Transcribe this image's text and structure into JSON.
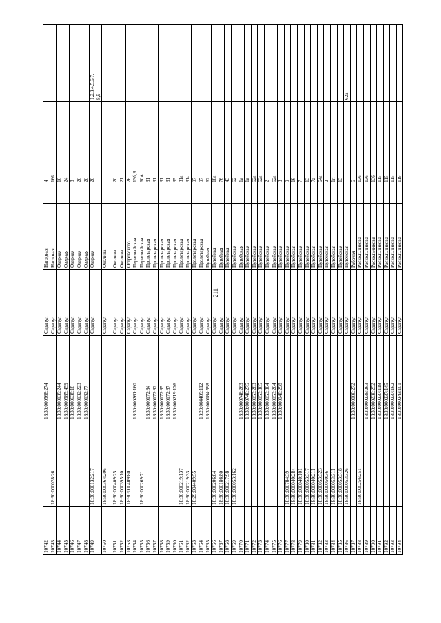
{
  "page_number": "211",
  "rows": [
    {
      "id": "10742",
      "reg": "",
      "cad": "18:30:000568:274",
      "city": "Сарапул",
      "street": "Нагорная",
      "num": "4",
      "gap": false
    },
    {
      "id": "10743",
      "reg": "18:30:000028:26",
      "cad": "",
      "city": "Сарапул",
      "street": "Нагорная",
      "num": "166",
      "gap": false
    },
    {
      "id": "10744",
      "reg": "",
      "cad": "18:30:000139:244",
      "city": "Сарапул",
      "street": "Озерная",
      "num": "16",
      "gap": false
    },
    {
      "id": "10745",
      "reg": "",
      "cad": "18:30:000585:459",
      "city": "Сарапул",
      "street": "Озерная",
      "num": "24",
      "gap": false
    },
    {
      "id": "10746",
      "reg": "",
      "cad": "18:30:000638:18",
      "city": "Сарапул",
      "street": "Озерная",
      "num": "8",
      "gap": false
    },
    {
      "id": "10747",
      "reg": "",
      "cad": "18:30:000132:223",
      "city": "Сарапул",
      "street": "Озерная",
      "num": "20",
      "gap": false
    },
    {
      "id": "10748",
      "reg": "",
      "cad": "18:30:000132:77",
      "city": "Сарапул",
      "street": "Озерная",
      "num": "20",
      "gap": false
    },
    {
      "id": "10749",
      "reg": "18:30:000132:217",
      "cad": "",
      "city": "Сарапул",
      "street": "Озерная",
      "num": "20",
      "gap": false
    },
    {
      "id": "10750",
      "reg": "18:30:000364:206",
      "cad": "",
      "city": "Сарапул",
      "street": "Околина",
      "num": "",
      "gap": true
    },
    {
      "id": "10751",
      "reg": "18:30:000409:25",
      "cad": "",
      "city": "Сарапул",
      "street": "Околина",
      "num": "20",
      "gap": false
    },
    {
      "id": "10752",
      "reg": "18:30:000395:10",
      "cad": "",
      "city": "Сарапул",
      "street": "Околина",
      "num": "21",
      "gap": false
    },
    {
      "id": "10753",
      "reg": "18:30:000409:80",
      "cad": "",
      "city": "Сарапул",
      "street": "Островского",
      "num": "26",
      "gap": false
    },
    {
      "id": "10754",
      "reg": "",
      "cad": "18:30:000261:160",
      "city": "Сарапул",
      "street": "Первомайская",
      "num": "13б,Б",
      "gap": false
    },
    {
      "id": "10755",
      "reg": "18:30:000269:71",
      "cad": "",
      "city": "Сарапул",
      "street": "Первомайская",
      "num": "60А",
      "gap": false
    },
    {
      "id": "10756",
      "reg": "",
      "cad": "18:30:000172:84",
      "city": "Сарапул",
      "street": "Пролетарская",
      "num": "31",
      "gap": false
    },
    {
      "id": "10757",
      "reg": "",
      "cad": "18:30:000172:82",
      "city": "Сарапул",
      "street": "Пролетарская",
      "num": "31",
      "gap": false
    },
    {
      "id": "10758",
      "reg": "",
      "cad": "18:30:000172:85",
      "city": "Сарапул",
      "street": "Пролетарская",
      "num": "31",
      "gap": false
    },
    {
      "id": "10759",
      "reg": "",
      "cad": "18:30:000172:87",
      "city": "Сарапул",
      "street": "Пролетарская",
      "num": "31",
      "gap": false
    },
    {
      "id": "10760",
      "reg": "",
      "cad": "18:30:000219:126",
      "city": "Сарапул",
      "street": "Пролетарская",
      "num": "35",
      "gap": false
    },
    {
      "id": "10761",
      "reg": "18:30:000219:137",
      "cad": "",
      "city": "Сарапул",
      "street": "Пролетарская",
      "num": "31а",
      "gap": false
    },
    {
      "id": "10762",
      "reg": "18:30:000219:33",
      "cad": "",
      "city": "Сарапул",
      "street": "Пролетарская",
      "num": "31а",
      "gap": false
    },
    {
      "id": "10763",
      "reg": "18:29:004409:55",
      "cad": "",
      "city": "Сарапул",
      "street": "Пролетарская",
      "num": "97",
      "gap": false
    },
    {
      "id": "10764",
      "reg": "",
      "cad": "18:29:004409:112",
      "city": "Сарапул",
      "street": "Пролетарская",
      "num": "97",
      "gap": false
    },
    {
      "id": "10765",
      "reg": "",
      "cad": "18:30:000184:598",
      "city": "Сарапул",
      "street": "Путейная",
      "num": "62",
      "gap": false
    },
    {
      "id": "10766",
      "reg": "18:30:000206:84",
      "cad": "",
      "city": "Сарапул",
      "street": "Путейная",
      "num": "18а",
      "gap": false
    },
    {
      "id": "10767",
      "reg": "18:30:000186:80",
      "cad": "",
      "city": "Сарапул",
      "street": "Путейная",
      "num": "76",
      "gap": false
    },
    {
      "id": "10768",
      "reg": "18:30:000217:98",
      "cad": "",
      "city": "Сарапул",
      "street": "Путейная",
      "num": "43",
      "gap": false
    },
    {
      "id": "10769",
      "reg": "18:30:000053:162",
      "cad": "",
      "city": "Сарапул",
      "street": "Путейская",
      "num": "62",
      "gap": false
    },
    {
      "id": "10770",
      "reg": "",
      "cad": "18:30:000746:263",
      "city": "Сарапул",
      "street": "Путейская",
      "num": "1а",
      "gap": false
    },
    {
      "id": "10771",
      "reg": "",
      "cad": "18:30:000746:275",
      "city": "Сарапул",
      "street": "Путейская",
      "num": "1а",
      "gap": false
    },
    {
      "id": "10772",
      "reg": "",
      "cad": "18:30:000053:283",
      "city": "Сарапул",
      "street": "Путейская",
      "num": "62а",
      "gap": false
    },
    {
      "id": "10773",
      "reg": "",
      "cad": "18:30:000053:365",
      "city": "Сарапул",
      "street": "Путейская",
      "num": "62а",
      "gap": false
    },
    {
      "id": "10774",
      "reg": "",
      "cad": "18:30:000053:304",
      "city": "Сарапул",
      "street": "Путейская",
      "num": "2",
      "gap": false
    },
    {
      "id": "10775",
      "reg": "",
      "cad": "18:30:000053:204",
      "city": "Сарапул",
      "street": "Путейская",
      "num": "62а",
      "gap": false
    },
    {
      "id": "10776",
      "reg": "",
      "cad": "18:30:000040:298",
      "city": "Сарапул",
      "street": "Путейская",
      "num": "3",
      "gap": false
    },
    {
      "id": "10777",
      "reg": "18:30:000784:39",
      "cad": "",
      "city": "Сарапул",
      "street": "Путейская",
      "num": "9",
      "gap": false
    },
    {
      "id": "10778",
      "reg": "18:30:000040:284",
      "cad": "",
      "city": "Сарапул",
      "street": "Путейская",
      "num": "16",
      "gap": false
    },
    {
      "id": "10779",
      "reg": "18:30:000040:101",
      "cad": "",
      "city": "Сарапул",
      "street": "Путейская",
      "num": "7",
      "gap": false
    },
    {
      "id": "10780",
      "reg": "18:30:000053:317",
      "cad": "",
      "city": "Сарапул",
      "street": "Путейская",
      "num": "13",
      "gap": false
    },
    {
      "id": "10781",
      "reg": "18:30:000040:211",
      "cad": "",
      "city": "Сарапул",
      "street": "Путейская",
      "num": "7а",
      "gap": false
    },
    {
      "id": "10782",
      "reg": "18:30:000053:323",
      "cad": "",
      "city": "Сарапул",
      "street": "Путейская",
      "num": "64а",
      "gap": false
    },
    {
      "id": "10783",
      "reg": "18:30:000050:36",
      "cad": "",
      "city": "Сарапул",
      "street": "Путейская",
      "num": "2",
      "gap": false
    },
    {
      "id": "10784",
      "reg": "18:30:000053:311",
      "cad": "",
      "city": "Сарапул",
      "street": "Путейская",
      "num": "1п",
      "gap": false
    },
    {
      "id": "10785",
      "reg": "18:30:000053:318",
      "cad": "",
      "city": "Сарапул",
      "street": "Путейская",
      "num": "13",
      "gap": false
    },
    {
      "id": "10786",
      "reg": "18:30:000053:326",
      "cad": "",
      "city": "Сарапул",
      "street": "Путейская",
      "num": "",
      "gap": false
    },
    {
      "id": "10787",
      "reg": "",
      "cad": "18:30:000006:272",
      "city": "Сарапул",
      "street": "Рабочая",
      "num": "6",
      "gap": false
    },
    {
      "id": "10788",
      "reg": "18:30:000256:251",
      "cad": "",
      "city": "Сарапул",
      "street": "Раскольникова",
      "num": "136",
      "gap": false
    },
    {
      "id": "10789",
      "reg": "",
      "cad": "18:30:000236:263",
      "city": "Сарапул",
      "street": "Раскольникова",
      "num": "136",
      "gap": false
    },
    {
      "id": "10790",
      "reg": "",
      "cad": "18:30:000236:252",
      "city": "Сарапул",
      "street": "Раскольникова",
      "num": "136",
      "gap": false
    },
    {
      "id": "10791",
      "reg": "",
      "cad": "18:30:000237:118",
      "city": "Сарапул",
      "street": "Раскольникова",
      "num": "115",
      "gap": false
    },
    {
      "id": "10792",
      "reg": "",
      "cad": "18:30:000237:145",
      "city": "Сарапул",
      "street": "Раскольникова",
      "num": "115",
      "gap": false
    },
    {
      "id": "10793",
      "reg": "",
      "cad": "18:30:000237:162",
      "city": "Сарапул",
      "street": "Раскольникова",
      "num": "115",
      "gap": false
    },
    {
      "id": "10794",
      "reg": "",
      "cad": "18:30:000243:101",
      "city": "Сарапул",
      "street": "Раскольникова",
      "num": "119",
      "gap": false
    }
  ],
  "notes": {
    "10749": "1,2,3,4,5,6,7,\n8,9",
    "10786": "62а"
  }
}
